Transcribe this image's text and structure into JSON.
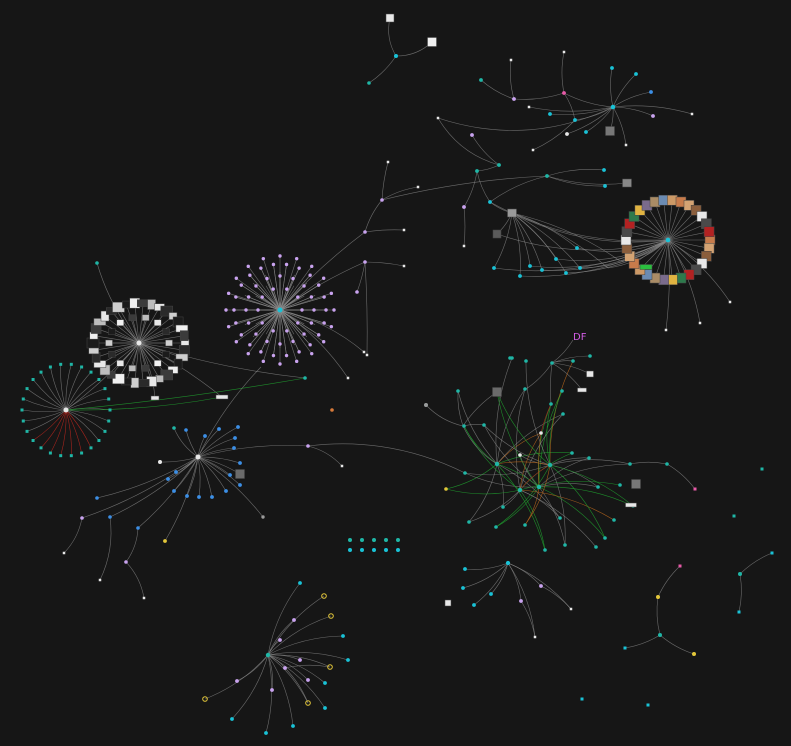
{
  "graph": {
    "background": "#161616",
    "label_df": "DF",
    "colors": {
      "cyan": "#19c2d6",
      "blue": "#3c8fe6",
      "lavender": "#c9a3ef",
      "teal": "#1fb6a6",
      "yellow": "#e3c73a",
      "pink": "#e85aa8",
      "white": "#e8e8e8",
      "grey": "#9a9a9a",
      "red_edge": "#b3261e",
      "green_edge": "#1f9a2e",
      "accent_label": "#d05ce3"
    },
    "clusters": [
      "media-ring-left",
      "lavender-starburst",
      "red-cyan-fan",
      "blue-hub",
      "image-ring-right",
      "top-right-tree",
      "middle-green-network",
      "bottom-tree",
      "small-group-grid",
      "right-sparse"
    ]
  }
}
